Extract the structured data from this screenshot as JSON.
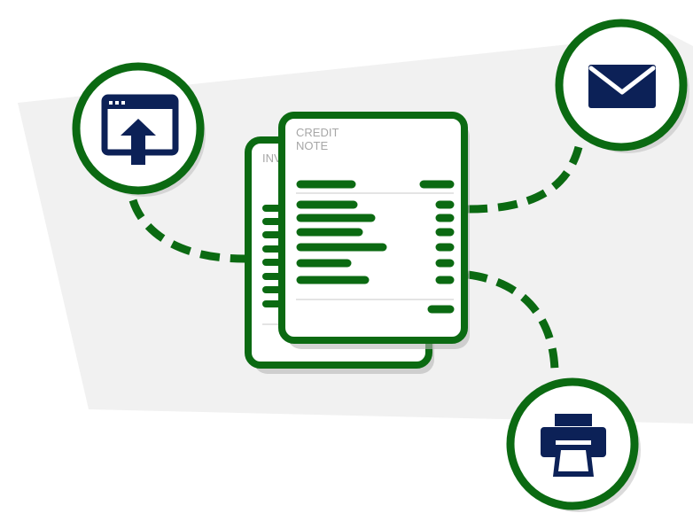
{
  "colors": {
    "green": "#0b6a12",
    "navy": "#0c2157",
    "backdrop": "#f1f1f1",
    "label": "#a7a7a7",
    "shadow": "#b7b7b7"
  },
  "invoice": {
    "label": "INV"
  },
  "credit_note": {
    "label_line1": "CREDIT",
    "label_line2": "NOTE"
  },
  "icons": {
    "upload": "browser-upload-icon",
    "email": "envelope-icon",
    "print": "printer-icon"
  }
}
